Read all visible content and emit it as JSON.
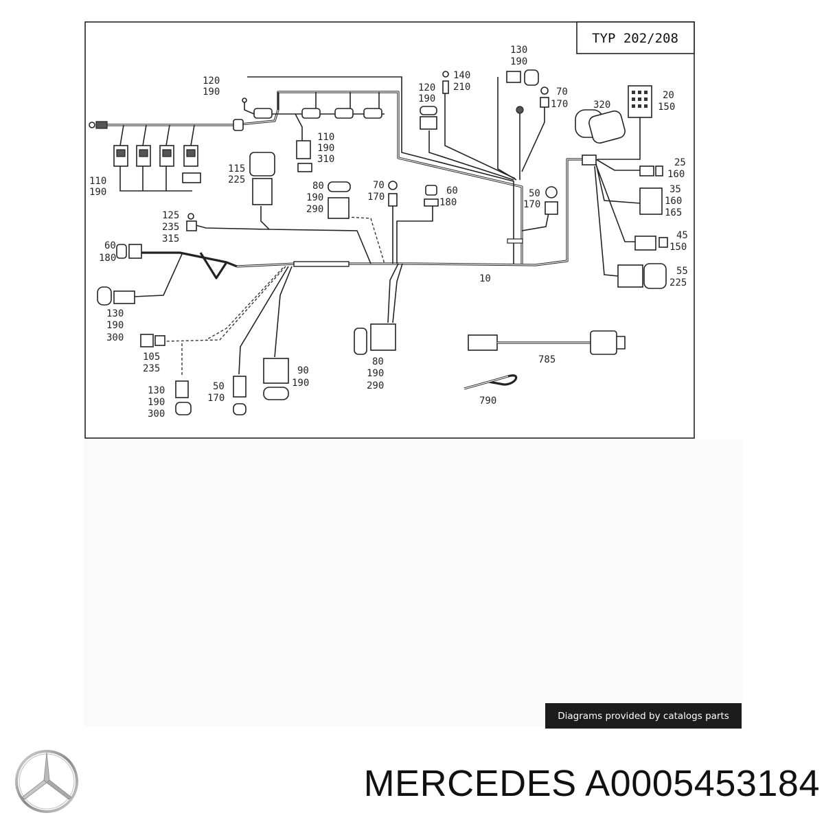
{
  "diagram": {
    "type_label": "TYP 202/208",
    "callouts": {
      "c120_190_top": [
        "120",
        "190"
      ],
      "c110_190_left": [
        "110",
        "190"
      ],
      "c110_190_310": [
        "110",
        "190",
        "310"
      ],
      "c115_225": [
        "115",
        "225"
      ],
      "c80_190_290_top": [
        "80",
        "190",
        "290"
      ],
      "c70_170_mid": [
        "70",
        "170"
      ],
      "c60_180_mid": [
        "60",
        "180"
      ],
      "c120_190_right": [
        "120",
        "190"
      ],
      "c140_210": [
        "140",
        "210"
      ],
      "c130_190_top": [
        "130",
        "190"
      ],
      "c70_170_right": [
        "70",
        "170"
      ],
      "c320": [
        "320"
      ],
      "c20_150": [
        "20",
        "150"
      ],
      "c25_160": [
        "25",
        "160"
      ],
      "c35_160_165": [
        "35",
        "160",
        "165"
      ],
      "c45_150": [
        "45",
        "150"
      ],
      "c55_225": [
        "55",
        "225"
      ],
      "c50_170_right": [
        "50",
        "170"
      ],
      "c125_235_315": [
        "125",
        "235",
        "315"
      ],
      "c60_180_left": [
        "60",
        "180"
      ],
      "c130_190_300_left": [
        "130",
        "190",
        "300"
      ],
      "c105_235": [
        "105",
        "235"
      ],
      "c130_190_300_bottom": [
        "130",
        "190",
        "300"
      ],
      "c50_170_bottom": [
        "50",
        "170"
      ],
      "c90_190": [
        "90",
        "190"
      ],
      "c80_190_290_bottom": [
        "80",
        "190",
        "290"
      ],
      "c10": [
        "10"
      ],
      "c785": [
        "785"
      ],
      "c790": [
        "790"
      ]
    }
  },
  "credit": "Diagrams provided by catalogs parts",
  "title": "MERCEDES A0005453184",
  "brand_logo": "mercedes-star-logo"
}
